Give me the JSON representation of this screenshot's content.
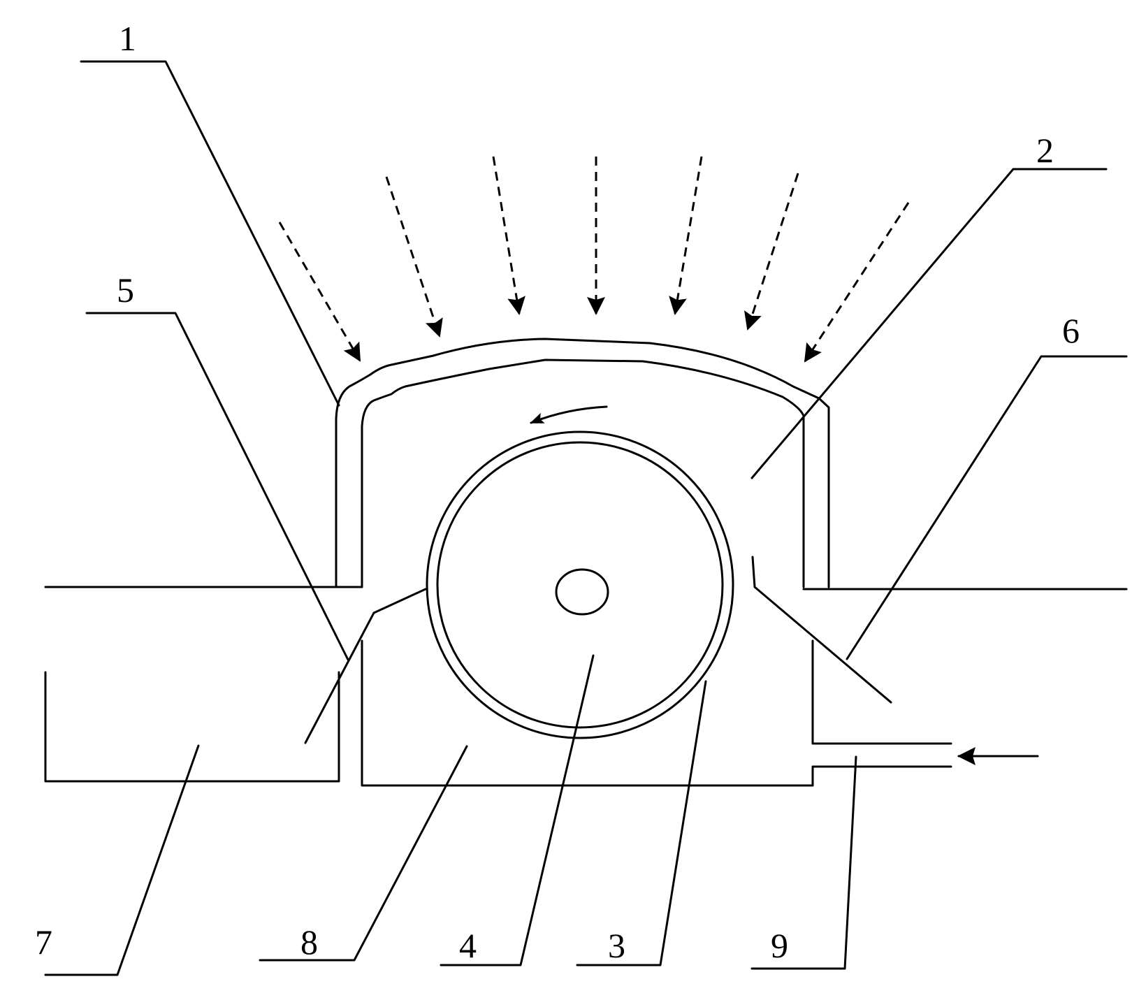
{
  "colors": {
    "stroke": "#000000",
    "background": "#ffffff"
  },
  "labels": {
    "n1": "1",
    "n2": "2",
    "n3": "3",
    "n4": "4",
    "n5": "5",
    "n6": "6",
    "n7": "7",
    "n8": "8",
    "n9": "9"
  },
  "icons": {
    "radiation": "dashed-arrow-icon",
    "rotation": "curved-arrow-icon",
    "inlet": "arrow-left-icon"
  }
}
